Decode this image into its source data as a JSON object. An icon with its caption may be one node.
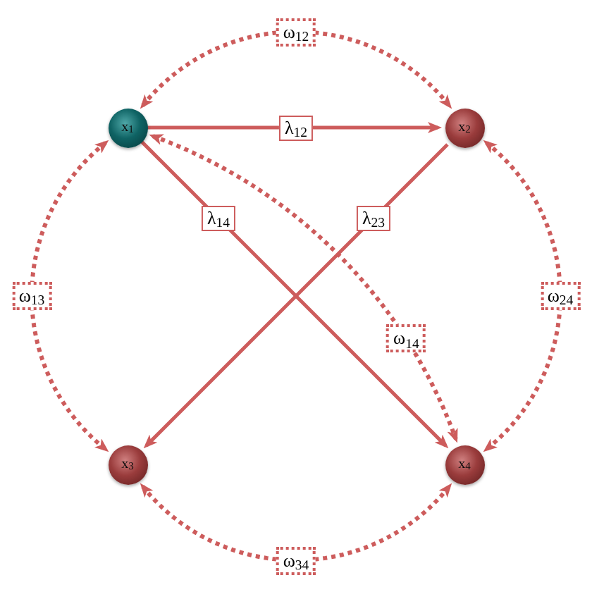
{
  "diagram": {
    "nodes": [
      {
        "text": [
          "x$_{1}$"
        ]
      },
      {
        "text": [
          "x$_{2}$"
        ]
      },
      {
        "text": [
          "x$_{3}$"
        ]
      },
      {
        "text": [
          "x$_{4}$"
        ]
      }
    ],
    "edges": [
      {
        "from": 0,
        "to": 1,
        "arrow": "to",
        "label": "λ$_{12}$"
      },
      {
        "from": 0,
        "to": 3,
        "arrow": "to",
        "label": "λ$_{14}$"
      },
      {
        "from": 1,
        "to": 2,
        "arrow": "to",
        "label": "λ$_{23}$"
      },
      {
        "from": 0,
        "to": 1,
        "arrow": "both",
        "label": "ω$_{12}$",
        "style": "dashed"
      },
      {
        "from": 0,
        "to": 2,
        "arrow": "both",
        "label": "ω$_{13}$",
        "style": "dashed"
      },
      {
        "from": 1,
        "to": 3,
        "arrow": "both",
        "label": "ω$_{24}$",
        "style": "dashed"
      },
      {
        "from": 2,
        "to": 3,
        "arrow": "both",
        "label": "ω$_{34}$",
        "style": "dashed"
      },
      {
        "from": 0,
        "to": 3,
        "arrow": "both",
        "label": "ω$_{14}$",
        "style": "dashed"
      }
    ]
  }
}
